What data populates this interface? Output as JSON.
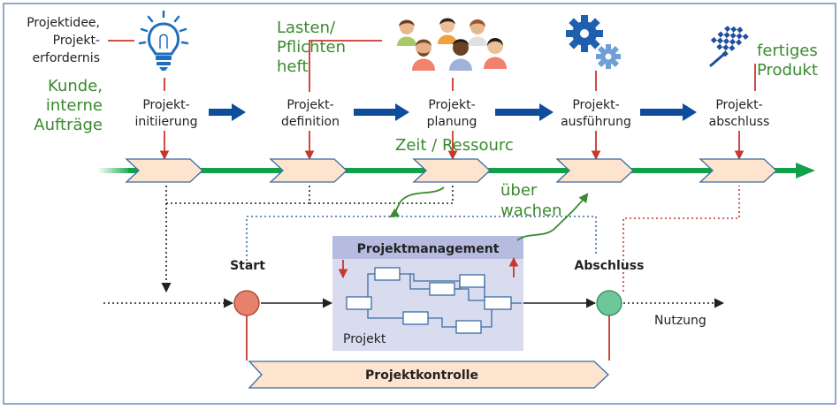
{
  "colors": {
    "frame_border": "#6b8fb8",
    "arrow_blue": "#0d4d9c",
    "timeline_green": "#12a14a",
    "chevron_fill": "#fde4cf",
    "chevron_stroke": "#3b6ca0",
    "connector_red": "#c7372c",
    "annotation_green": "#3a8a2e",
    "pm_panel": "#d9dcef",
    "pm_header": "#b6bce0",
    "start_node": "#e8816b",
    "end_node": "#6ec79a"
  },
  "icons": {
    "idea": "lightbulb-icon",
    "team": "people-group-icon",
    "execution": "gears-icon",
    "finish": "checkered-flag-icon"
  },
  "left_notes": {
    "idea_line1": "Projektidee,",
    "idea_line2": "Projekt-",
    "idea_line3": "erfordernis",
    "customer_line1": "Kunde,",
    "customer_line2": "interne",
    "customer_line3": "Aufträge"
  },
  "spec_note": {
    "line1": "Lasten/",
    "line2": "Pflichten",
    "line3": "heft"
  },
  "product_note": {
    "line1": "fertiges",
    "line2": "Produkt"
  },
  "phases": [
    {
      "line1": "Projekt-",
      "line2": "initiierung"
    },
    {
      "line1": "Projekt-",
      "line2": "definition"
    },
    {
      "line1": "Projekt-",
      "line2": "planung"
    },
    {
      "line1": "Projekt-",
      "line2": "ausführung"
    },
    {
      "line1": "Projekt-",
      "line2": "abschluss"
    }
  ],
  "handwritten": {
    "time_resources": "Zeit / Ressourc",
    "monitor_line1": "über",
    "monitor_line2": "wachen"
  },
  "labels": {
    "start": "Start",
    "end": "Abschluss",
    "management": "Projektmanagement",
    "project": "Projekt",
    "control": "Projektkontrolle",
    "usage": "Nutzung"
  }
}
